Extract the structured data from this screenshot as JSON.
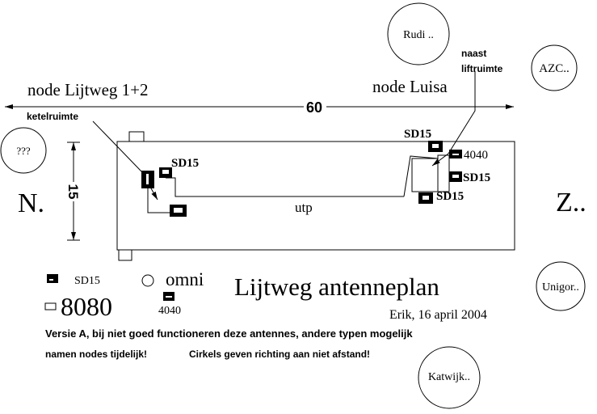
{
  "title": "Lijtweg antenneplan",
  "author_date": "Erik, 16 april 2004",
  "directions": {
    "north": "N.",
    "south": "Z.."
  },
  "nodes": {
    "left": {
      "label": "node Lijtweg 1+2",
      "location": "ketelruimte",
      "antenna": "SD15"
    },
    "right": {
      "label": "node Luisa",
      "location_line1": "naast",
      "location_line2": "liftruimte",
      "antennas": [
        "SD15",
        "4040",
        "SD15",
        "SD15"
      ]
    }
  },
  "dimensions": {
    "length": "60",
    "width": "15"
  },
  "cable": "utp",
  "circles": [
    "Rudi ..",
    "AZC..",
    "???",
    "Unigor..",
    "Katwijk.."
  ],
  "legend": {
    "sd15": "SD15",
    "omni": "omni",
    "r8080": "8080",
    "r4040": "4040"
  },
  "notes": {
    "line1": "Versie A, bij niet goed functioneren deze antennes, andere typen mogelijk",
    "line2": "namen nodes tijdelijk!",
    "line3": "Cirkels geven richting aan niet afstand!"
  }
}
